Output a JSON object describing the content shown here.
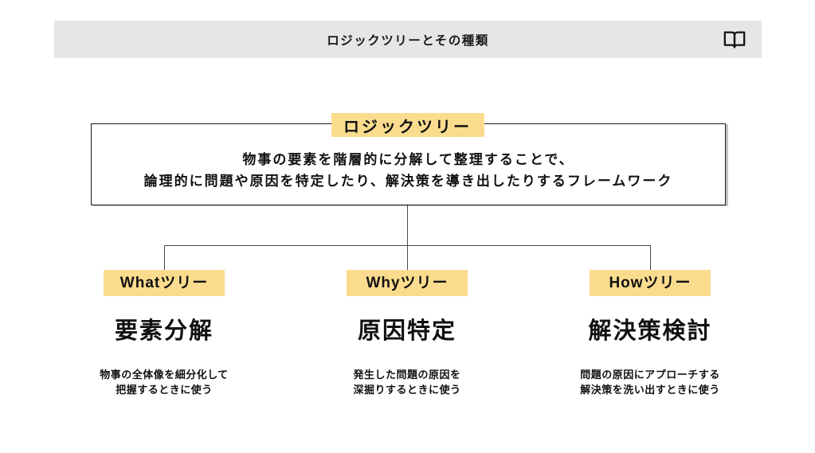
{
  "header": {
    "title": "ロジックツリーとその種類",
    "icon": "open-book-icon"
  },
  "root": {
    "label": "ロジックツリー",
    "description_line1": "物事の要素を階層的に分解して整理することで、",
    "description_line2": "論理的に問題や原因を特定したり、解決策を導き出したりするフレームワーク"
  },
  "branches": [
    {
      "tag": "Whatツリー",
      "heading": "要素分解",
      "desc_line1": "物事の全体像を細分化して",
      "desc_line2": "把握するときに使う"
    },
    {
      "tag": "Whyツリー",
      "heading": "原因特定",
      "desc_line1": "発生した問題の原因を",
      "desc_line2": "深掘りするときに使う"
    },
    {
      "tag": "Howツリー",
      "heading": "解決策検討",
      "desc_line1": "問題の原因にアプローチする",
      "desc_line2": "解決策を洗い出すときに使う"
    }
  ],
  "colors": {
    "accent_yellow": "#fbdc8e",
    "header_gray": "#e6e6e6",
    "line": "#4a4a4a",
    "text": "#111111"
  }
}
